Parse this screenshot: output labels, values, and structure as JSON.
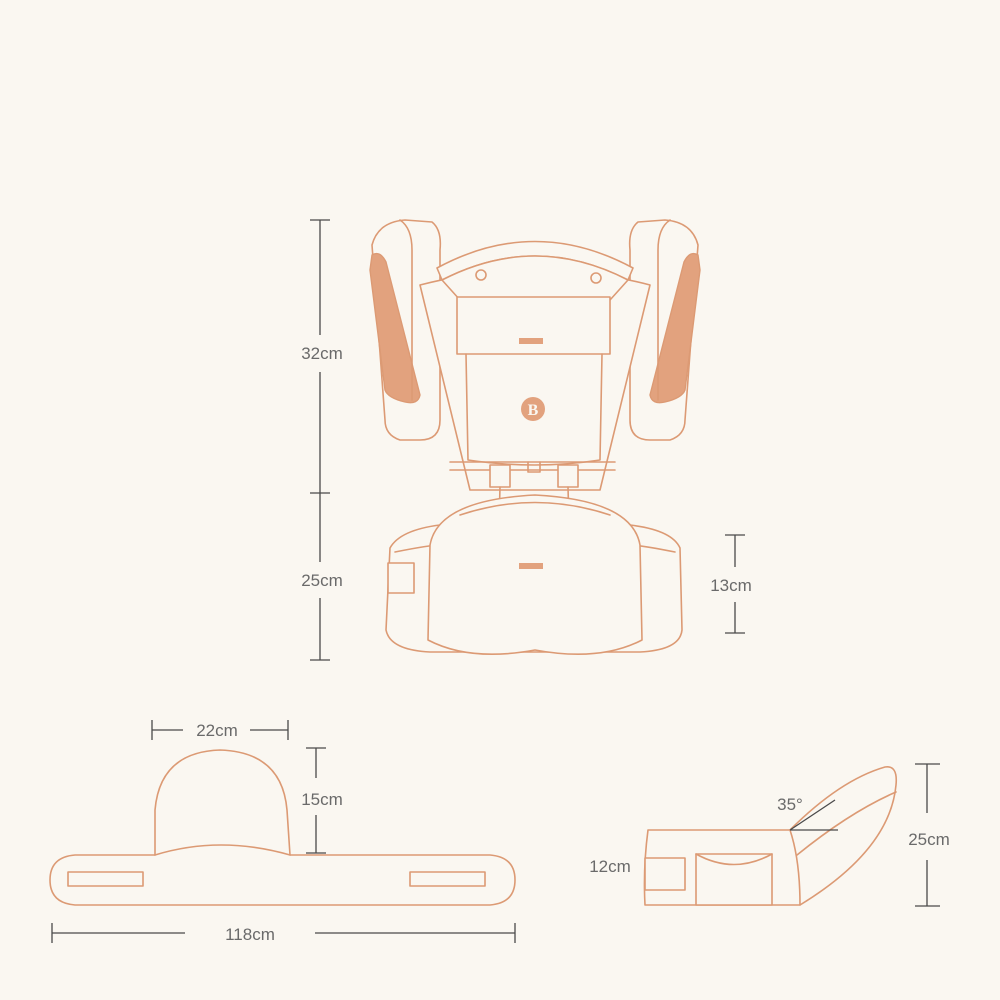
{
  "colors": {
    "background": "#faf7f1",
    "outline": "#dc9a74",
    "dimension_line": "#4a4a4a",
    "label_text": "#6a6a6a"
  },
  "carrier_front": {
    "logo_letter": "B",
    "dimensions": {
      "upper_height": "32cm",
      "lower_height": "25cm",
      "seat_depth": "13cm"
    }
  },
  "waist_belt": {
    "dimensions": {
      "arch_width": "22cm",
      "arch_height": "15cm",
      "belt_length": "118cm"
    }
  },
  "seat_side": {
    "dimensions": {
      "angle": "35°",
      "base_height": "12cm",
      "total_height": "25cm"
    }
  }
}
